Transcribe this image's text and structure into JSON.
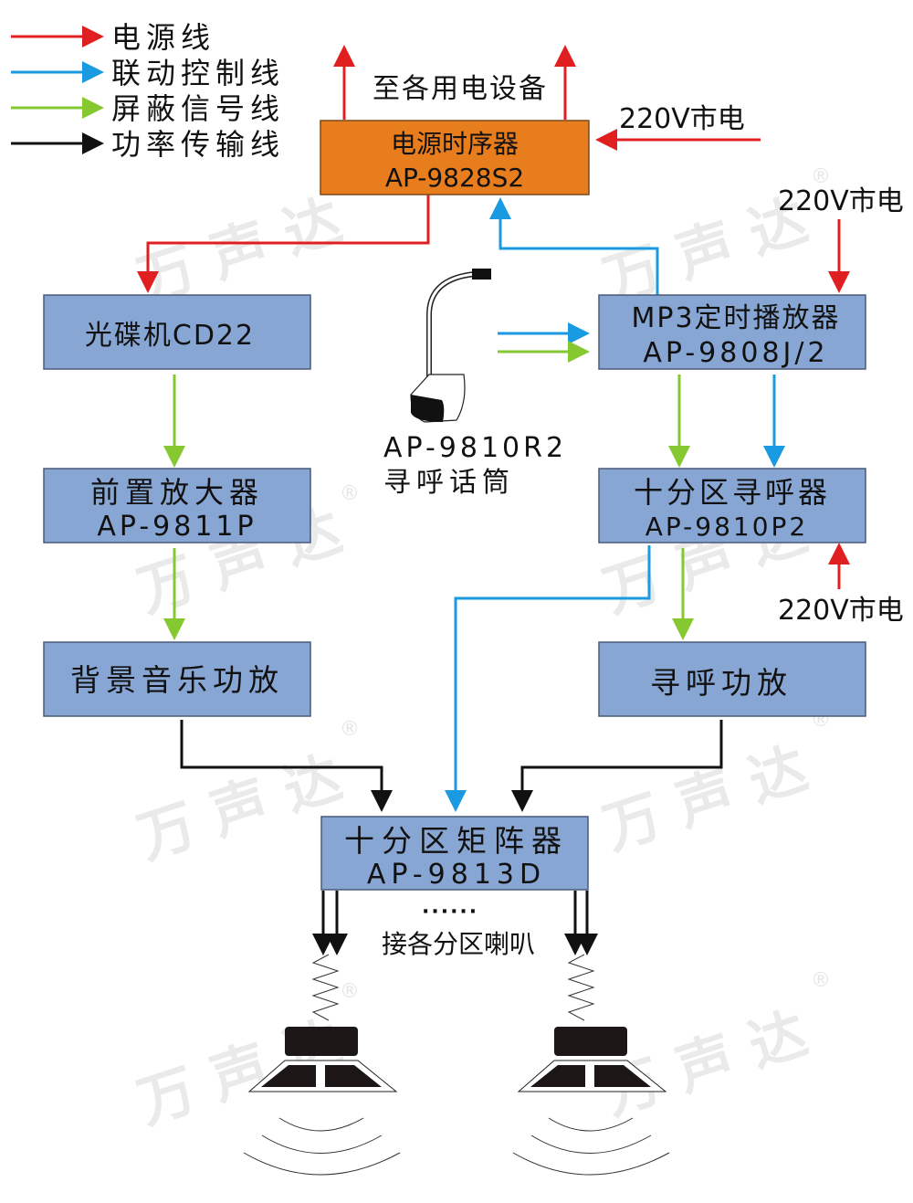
{
  "colors": {
    "power": "#e02020",
    "control": "#1a9ae0",
    "signal": "#86c830",
    "amp": "#111111",
    "box_fill": "#87a6d4",
    "box_border": "#4a5a78",
    "sequencer_fill": "#e87d1e",
    "sequencer_border": "#7a4a18"
  },
  "legend": [
    {
      "label": "电源线",
      "type": "power"
    },
    {
      "label": "联动控制线",
      "type": "control"
    },
    {
      "label": "屏蔽信号线",
      "type": "signal"
    },
    {
      "label": "功率传输线",
      "type": "amp"
    }
  ],
  "labels": {
    "to_devices": "至各用电设备",
    "mains_top": "220V市电",
    "mains_mp3": "220V市电",
    "mains_pager": "220V市电",
    "mic_model": "AP-9810R2",
    "mic_name": "寻呼话筒",
    "dots": "······",
    "speakers": "接各分区喇叭"
  },
  "boxes": {
    "sequencer": {
      "line1": "电源时序器",
      "line2": "AP-9828S2"
    },
    "cd": {
      "line1": "光碟机CD22"
    },
    "mp3": {
      "line1": "MP3定时播放器",
      "line2": "AP-9808J/2"
    },
    "preamp": {
      "line1": "前置放大器",
      "line2": "AP-9811P"
    },
    "pager": {
      "line1": "十分区寻呼器",
      "line2": "AP-9810P2"
    },
    "bgamp": {
      "line1": "背景音乐功放"
    },
    "pageamp": {
      "line1": "寻呼功放"
    },
    "matrix": {
      "line1": "十分区矩阵器",
      "line2": "AP-9813D"
    }
  },
  "watermark": {
    "text": "万 声 达",
    "mark": "®"
  }
}
